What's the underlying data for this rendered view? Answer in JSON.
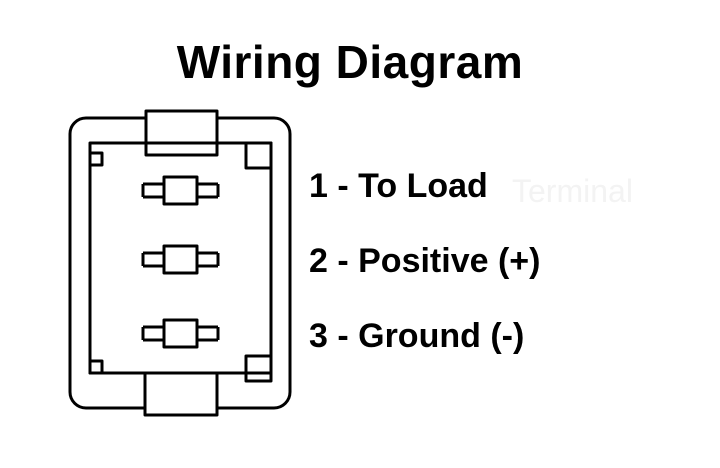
{
  "title": "Wiring Diagram",
  "terminals": [
    {
      "label": "1 - To Load"
    },
    {
      "label": "2 - Positive (+)"
    },
    {
      "label": "3 - Ground (-)"
    }
  ],
  "watermark": "Terminal",
  "colors": {
    "line": "#000000",
    "background": "#ffffff",
    "watermark": "#f3f3f3"
  }
}
